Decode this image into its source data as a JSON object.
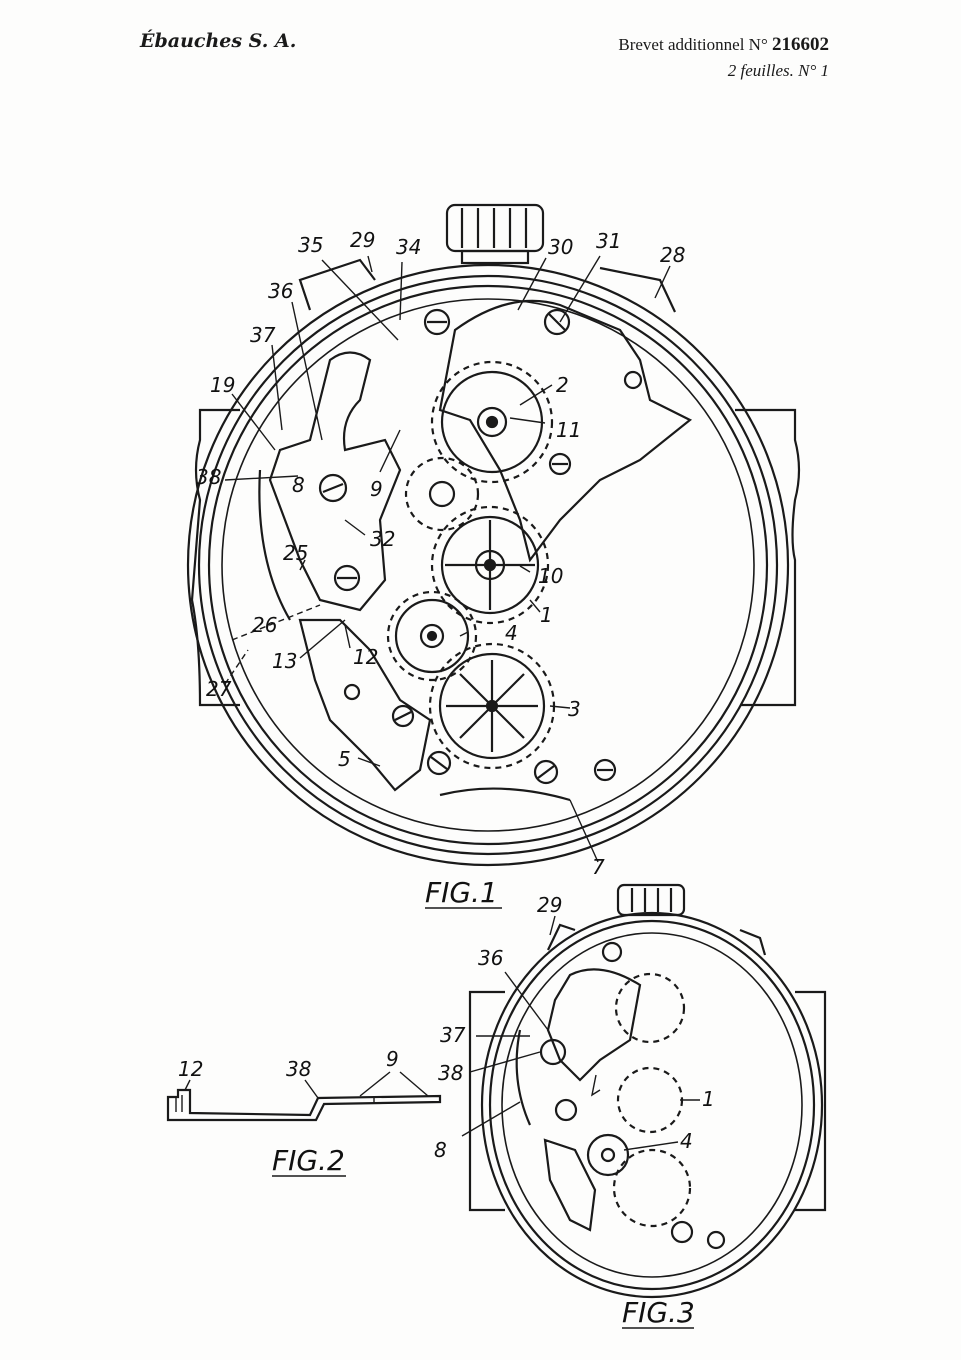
{
  "header": {
    "applicant": "Ébauches S. A.",
    "patent_prefix": "Brevet additionnel N°",
    "patent_number": "216602",
    "sheet_info": "2 feuilles. N° 1"
  },
  "figures": {
    "fig1": {
      "caption": "FIG.1",
      "labels": [
        "29",
        "35",
        "34",
        "30",
        "31",
        "28",
        "36",
        "37",
        "19",
        "38",
        "2",
        "11",
        "8",
        "9",
        "32",
        "10",
        "25",
        "1",
        "26",
        "4",
        "13",
        "12",
        "27",
        "3",
        "5",
        "7"
      ]
    },
    "fig2": {
      "caption": "FIG.2",
      "labels": [
        "12",
        "38",
        "9"
      ]
    },
    "fig3": {
      "caption": "FIG.3",
      "labels": [
        "29",
        "36",
        "37",
        "38",
        "1",
        "8",
        "4"
      ]
    }
  }
}
